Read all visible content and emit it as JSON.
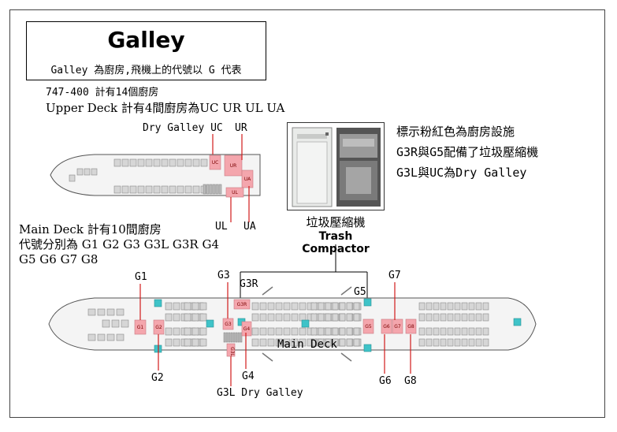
{
  "header": {
    "title": "Galley",
    "subtitle": "Galley 為廚房,飛機上的代號以 G 代表"
  },
  "upper_info": {
    "line1": "747-400 計有14個廚房",
    "line2": "Upper Deck 計有4間廚房為UC UR UL UA",
    "dry_galley_label": "Dry Galley UC",
    "ur_label": "UR",
    "ul_label": "UL",
    "ua_label": "UA"
  },
  "upper_galleys": [
    "UC",
    "UR",
    "UA",
    "UL"
  ],
  "main_info": {
    "line1": "Main Deck 計有10間廚房",
    "line2": "代號分別為 G1 G2 G3 G3L G3R G4",
    "line3": "G5 G6 G7 G8"
  },
  "notes": {
    "line1": "標示粉紅色為廚房設施",
    "line2": "G3R與G5配備了垃圾壓縮機",
    "line3": "G3L與UC為Dry Galley"
  },
  "compactor": {
    "caption_cn": "垃圾壓縮機",
    "caption_en": "Trash Compactor"
  },
  "main_deck": {
    "deck_label": "Main Deck",
    "galleys": [
      "G1",
      "G2",
      "G3",
      "G3R",
      "G4",
      "G3L",
      "G5",
      "G6",
      "G7",
      "G8"
    ],
    "labels": {
      "g1": "G1",
      "g3": "G3",
      "g3r": "G3R",
      "g5": "G5",
      "g7": "G7",
      "g2": "G2",
      "g4": "G4",
      "g6": "G6",
      "g8": "G8",
      "g3l": "G3L Dry Galley"
    }
  },
  "colors": {
    "galley_pink": "#f4a6ad",
    "seat_gray": "#d6d6d6",
    "lavatory_cyan": "#3fc3c8",
    "pointer_red": "#d11a1a",
    "fuselage_fill": "#f4f4f4"
  }
}
